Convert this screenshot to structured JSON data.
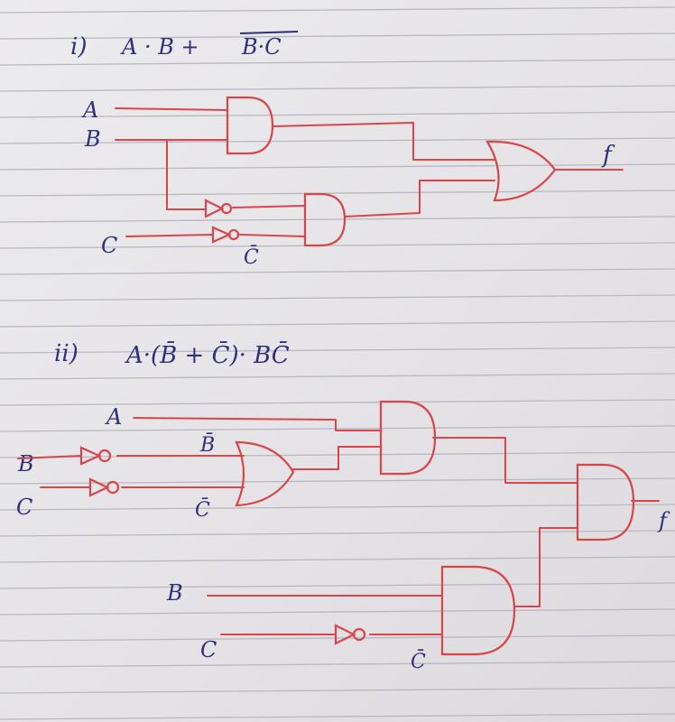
{
  "circuit1": {
    "title_index": "i)",
    "title_term1": "A · B +",
    "title_term2": "B·C",
    "inputs": {
      "a": "A",
      "b": "B",
      "c": "C"
    },
    "c_not_label": "C̄",
    "output": "f"
  },
  "circuit2": {
    "title_index": "ii)",
    "title_expr": "A·(B̄ + C̄)· BC̄",
    "inputs": {
      "a": "A",
      "b": "B",
      "c": "C",
      "b2": "B",
      "c2": "C"
    },
    "b_not_label": "B̄",
    "c_not_label": "C̄",
    "c2_not_label": "C̄",
    "output": "f"
  },
  "colors": {
    "ink": "#2f2f7c",
    "wire": "#d8454a",
    "paper": "#e6e4e6"
  }
}
